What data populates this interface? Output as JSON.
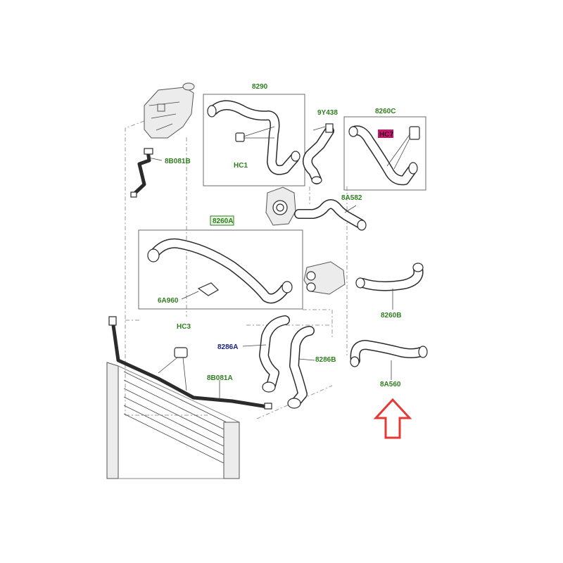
{
  "labels": {
    "l8290": "8290",
    "l9y438": "9Y438",
    "l8260c": "8260C",
    "lhc7": "HC7",
    "lhc1": "HC1",
    "l8b081b": "8B081B",
    "l8a582": "8A582",
    "l8260a": "8260A",
    "l6a960": "6A960",
    "l8260b": "8260B",
    "lhc3": "HC3",
    "l8286a": "8286A",
    "l8286b": "8286B",
    "l8b081a": "8B081A",
    "l8a560": "8A560"
  },
  "colors": {
    "label_green": "#2e7d1e",
    "label_blue": "#1a237e",
    "highlight_magenta": "#c2186b",
    "arrow_red": "#e53935"
  },
  "icons": {
    "indicator": "up-arrow-outline-icon"
  }
}
